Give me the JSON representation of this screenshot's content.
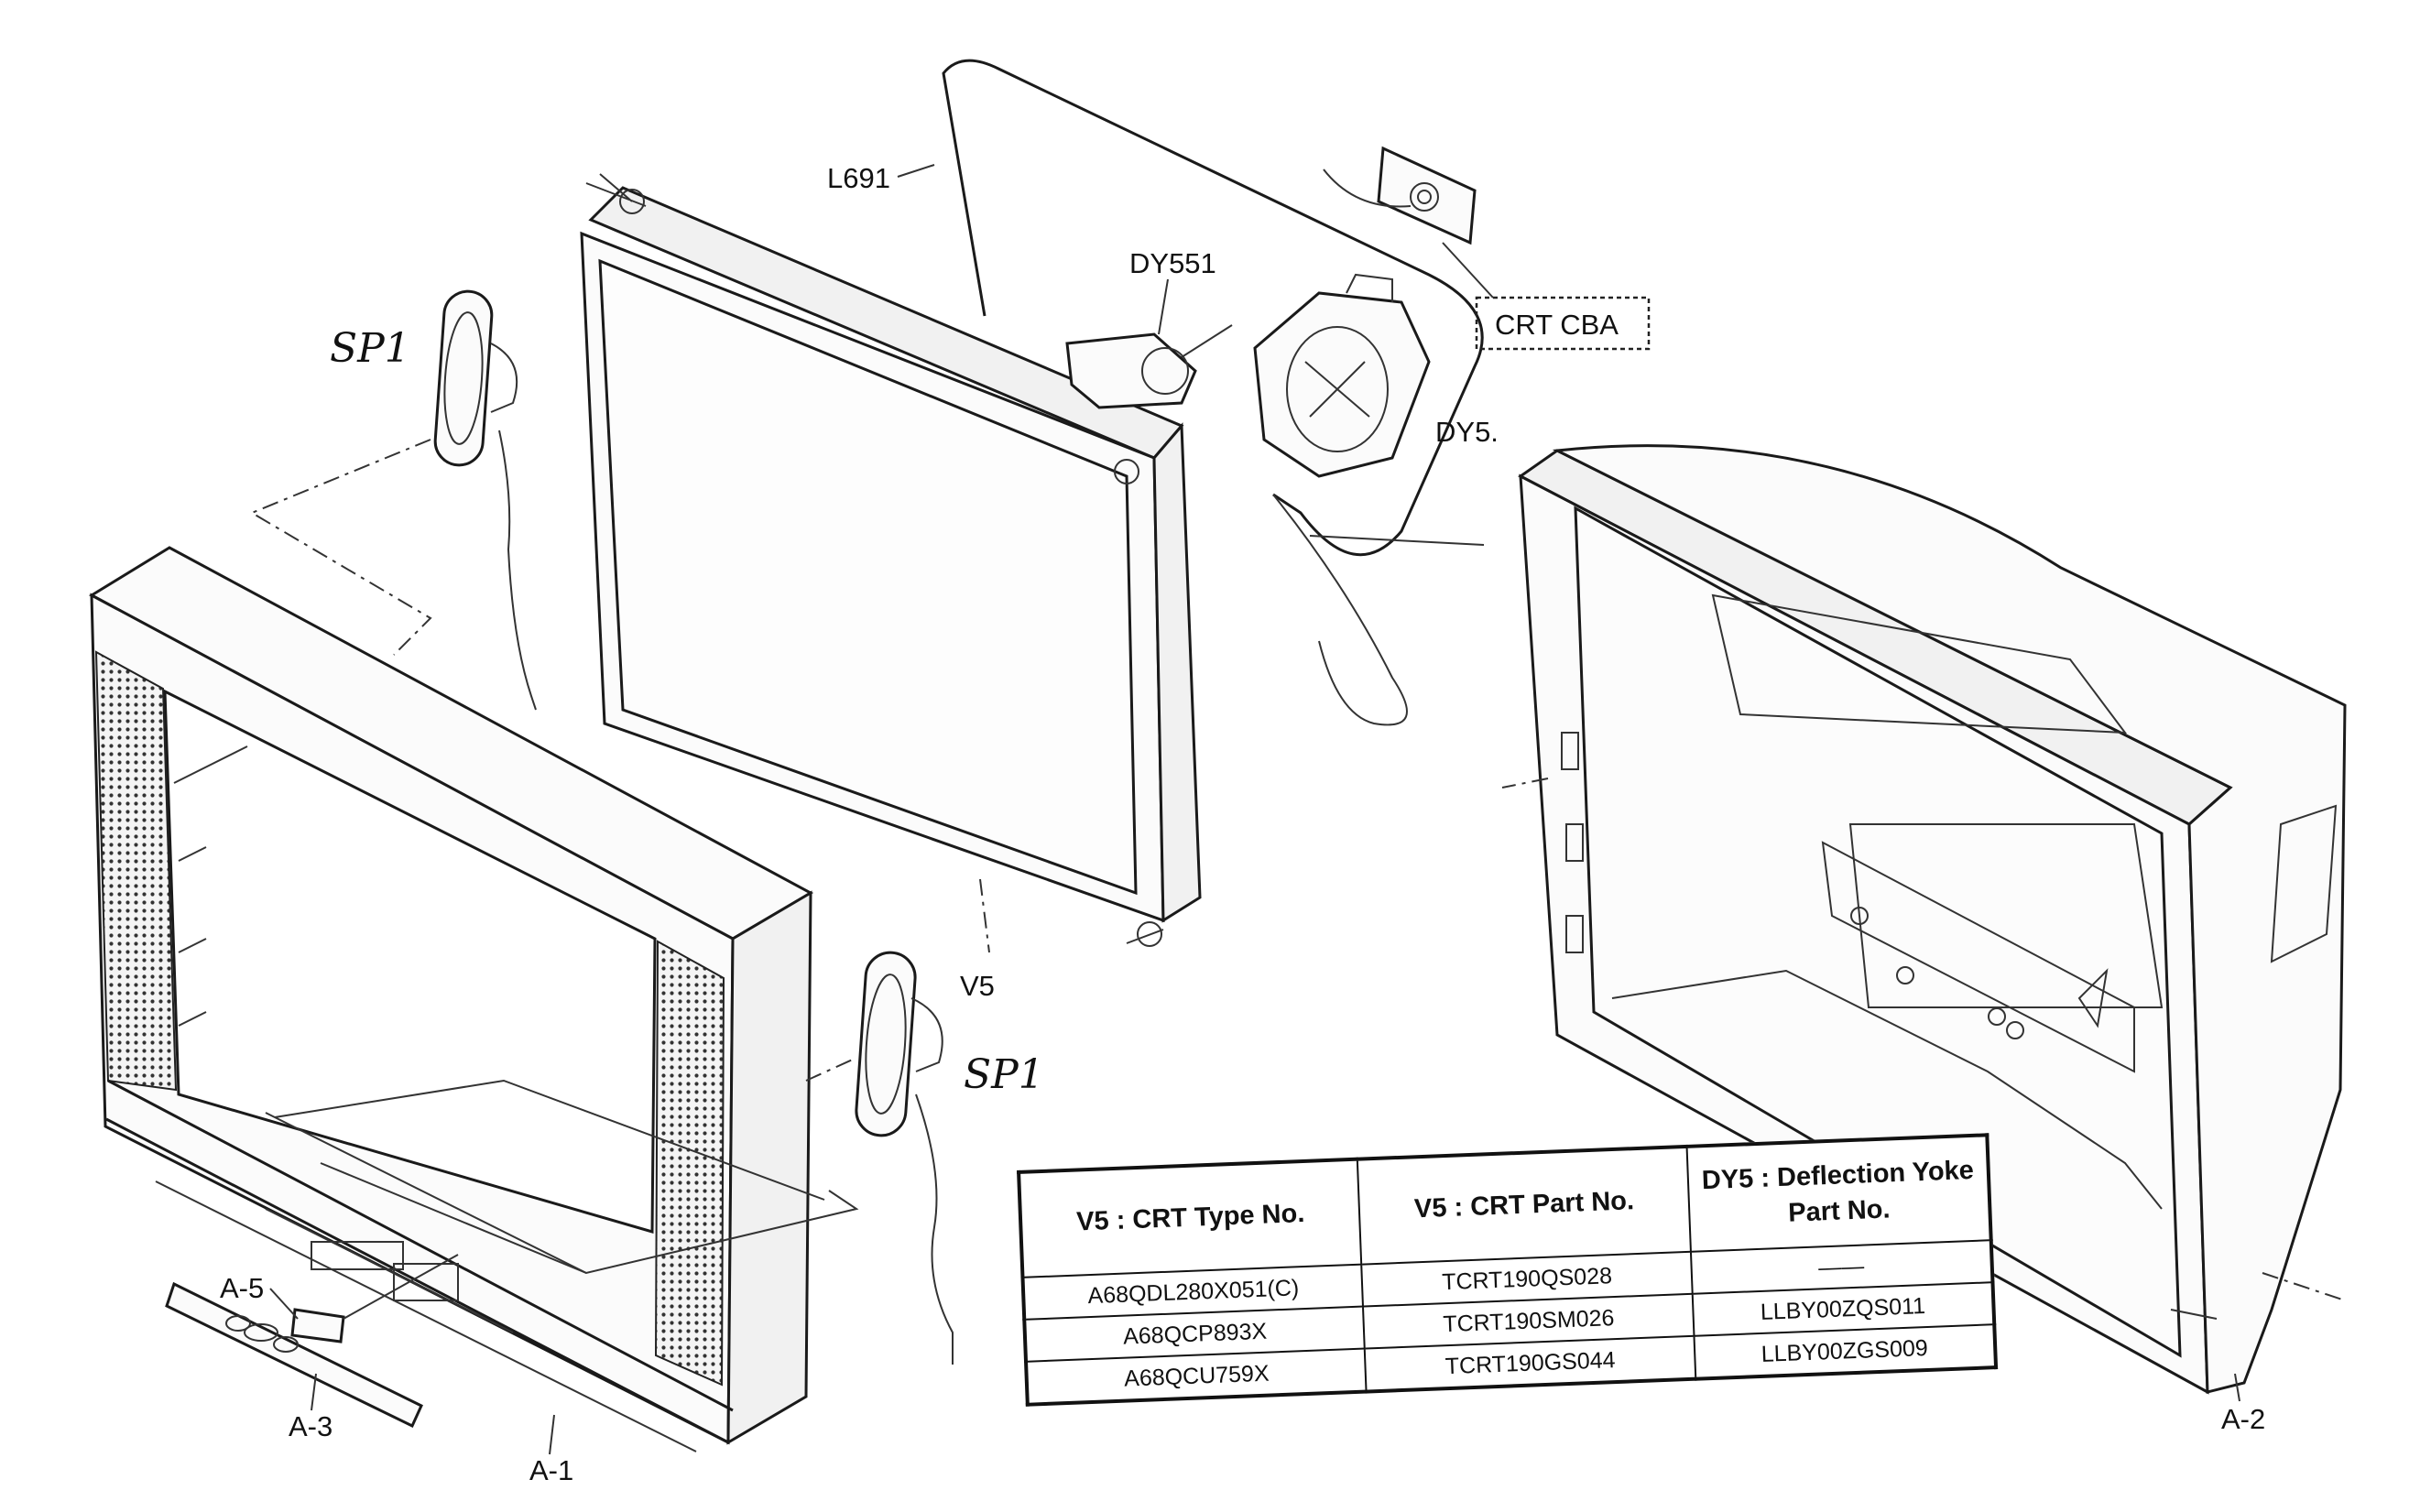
{
  "labels": {
    "l691": "L691",
    "dy551": "DY551",
    "crt_cba": "CRT CBA",
    "dy5": "DY5.",
    "v5": "V5",
    "sp1_top": "SP1",
    "sp1_bottom": "SP1",
    "a5": "A-5",
    "a3": "A-3",
    "a1": "A-1",
    "a2": "A-2"
  },
  "table": {
    "headers": [
      "V5 : CRT Type No.",
      "V5 : CRT Part No.",
      "DY5 : Deflection Yoke Part No."
    ],
    "rows": [
      [
        "A68QDL280X051(C)",
        "TCRT190QS028",
        "——"
      ],
      [
        "A68QCP893X",
        "TCRT190SM026",
        "LLBY00ZQS011"
      ],
      [
        "A68QCU759X",
        "TCRT190GS044",
        "LLBY00ZGS009"
      ]
    ]
  },
  "icons": [
    "speaker-icon",
    "crt-tube-icon",
    "deflection-yoke-icon",
    "crt-board-icon"
  ]
}
